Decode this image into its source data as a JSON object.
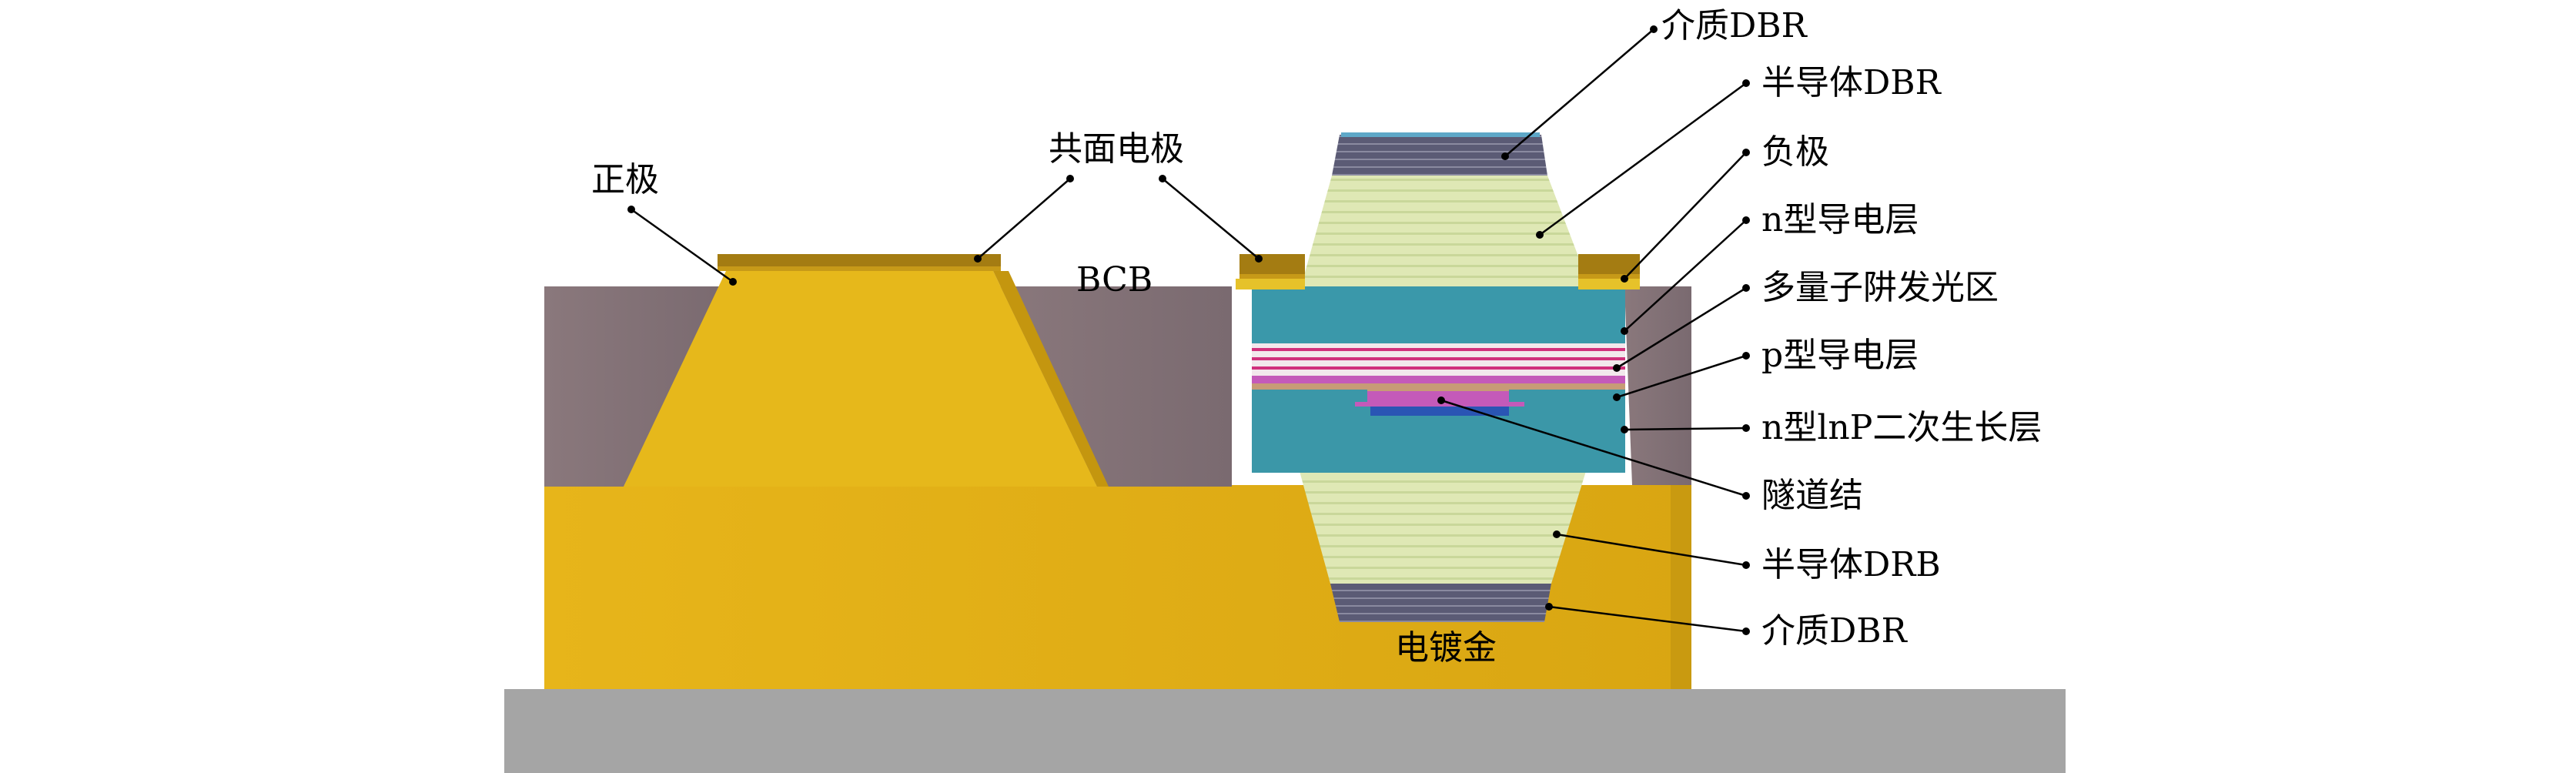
{
  "labels": {
    "dielectric_dbr_top": "介质DBR",
    "semi_dbr_top": "半导体DBR",
    "n_electrode": "负极",
    "n_conductive": "n型导电层",
    "mqw": "多量子阱发光区",
    "p_conductive": "p型导电层",
    "n_inp_regrowth": "n型lnP二次生长层",
    "tunnel_junction": "隧道结",
    "semi_dbr_bottom": "半导体DRB",
    "dielectric_dbr_bottom": "介质DBR",
    "p_electrode": "正极",
    "coplanar_electrode": "共面电极",
    "bcb": "BCB",
    "electroplated_gold": "电镀金"
  },
  "colors": {
    "substrate": "#a3a3a3",
    "gold": "#e8b81c",
    "gold_dark": "#b88a0c",
    "bcb": "#8c7a7e",
    "dbr_semi": "#dfe8b6",
    "dbr_dielectric": "#585872",
    "n_layer": "#3c98a8",
    "mqw_pink": "#d0307c",
    "tunnel_blue": "#2050b0",
    "p_layer": "#c05ab8",
    "electrode": "#a07a10"
  }
}
